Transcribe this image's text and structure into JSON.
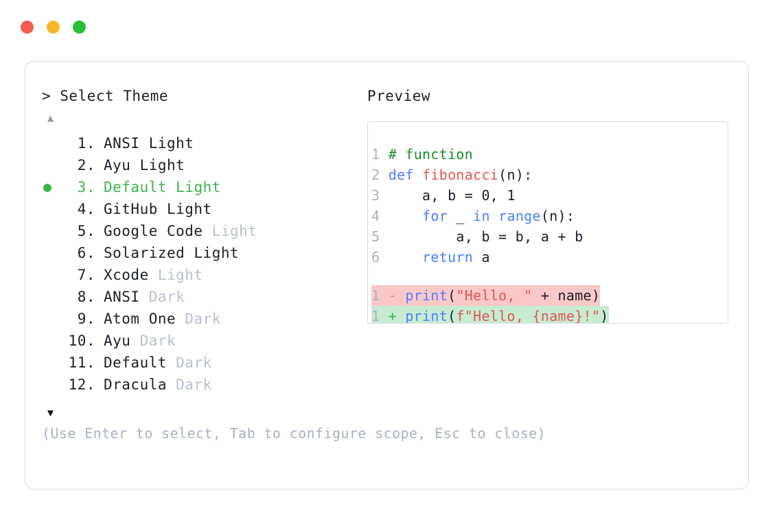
{
  "window": {
    "dots": [
      {
        "name": "close",
        "color": "#f45b53"
      },
      {
        "name": "minimize",
        "color": "#f5b928"
      },
      {
        "name": "maximize",
        "color": "#27bf35"
      }
    ]
  },
  "prompt": {
    "marker": ">",
    "title": "Select Theme",
    "text": "> Select Theme"
  },
  "scroll": {
    "up": "▲",
    "down": "▼",
    "up_color": "#8f99ae",
    "down_color": "#14161f"
  },
  "selection": {
    "selected_index": 3,
    "bullet_color": "#3cb44b",
    "selected_color": "#3cb44b"
  },
  "theme_list": [
    {
      "num": " 1.",
      "base": "ANSI",
      "variant": " Light",
      "variant_muted": false,
      "selected": false
    },
    {
      "num": " 2.",
      "base": "Ayu",
      "variant": " Light",
      "variant_muted": false,
      "selected": false
    },
    {
      "num": " 3.",
      "base": "Default",
      "variant": " Light",
      "variant_muted": false,
      "selected": true
    },
    {
      "num": " 4.",
      "base": "GitHub",
      "variant": " Light",
      "variant_muted": false,
      "selected": false
    },
    {
      "num": " 5.",
      "base": "Google Code",
      "variant": " Light",
      "variant_muted": true,
      "selected": false
    },
    {
      "num": " 6.",
      "base": "Solarized",
      "variant": " Light",
      "variant_muted": false,
      "selected": false
    },
    {
      "num": " 7.",
      "base": "Xcode",
      "variant": " Light",
      "variant_muted": true,
      "selected": false
    },
    {
      "num": " 8.",
      "base": "ANSI",
      "variant": " Dark",
      "variant_muted": true,
      "selected": false
    },
    {
      "num": " 9.",
      "base": "Atom One",
      "variant": " Dark",
      "variant_muted": true,
      "selected": false
    },
    {
      "num": "10.",
      "base": "Ayu",
      "variant": " Dark",
      "variant_muted": true,
      "selected": false
    },
    {
      "num": "11.",
      "base": "Default",
      "variant": " Dark",
      "variant_muted": true,
      "selected": false
    },
    {
      "num": "12.",
      "base": "Dracula",
      "variant": " Dark",
      "variant_muted": true,
      "selected": false
    }
  ],
  "footer": {
    "hint": "(Use Enter to select, Tab to configure scope, Esc to close)"
  },
  "preview": {
    "label": "Preview",
    "code_lines": [
      {
        "ln": "1",
        "tokens": [
          {
            "t": "# function",
            "c": "comment"
          }
        ]
      },
      {
        "ln": "2",
        "tokens": [
          {
            "t": "def ",
            "c": "kw"
          },
          {
            "t": "fibonacci",
            "c": "fn"
          },
          {
            "t": "(n):",
            "c": "plain"
          }
        ]
      },
      {
        "ln": "3",
        "tokens": [
          {
            "t": "    a, b = ",
            "c": "plain"
          },
          {
            "t": "0",
            "c": "num"
          },
          {
            "t": ", ",
            "c": "plain"
          },
          {
            "t": "1",
            "c": "num"
          }
        ]
      },
      {
        "ln": "4",
        "tokens": [
          {
            "t": "    ",
            "c": "plain"
          },
          {
            "t": "for",
            "c": "kw"
          },
          {
            "t": " _ ",
            "c": "plain"
          },
          {
            "t": "in",
            "c": "kw"
          },
          {
            "t": " ",
            "c": "plain"
          },
          {
            "t": "range",
            "c": "kw"
          },
          {
            "t": "(n):",
            "c": "plain"
          }
        ]
      },
      {
        "ln": "5",
        "tokens": [
          {
            "t": "        a, b = b, a + b",
            "c": "plain"
          }
        ]
      },
      {
        "ln": "6",
        "tokens": [
          {
            "t": "    ",
            "c": "plain"
          },
          {
            "t": "return",
            "c": "kw"
          },
          {
            "t": " a",
            "c": "plain"
          }
        ]
      }
    ],
    "diff_lines": [
      {
        "ln": "1",
        "sign": "-",
        "kind": "del",
        "tokens": [
          {
            "t": "print",
            "c": "kw"
          },
          {
            "t": "(",
            "c": "plain"
          },
          {
            "t": "\"Hello, \"",
            "c": "str"
          },
          {
            "t": " + name)",
            "c": "plain"
          }
        ]
      },
      {
        "ln": "1",
        "sign": "+",
        "kind": "add",
        "tokens": [
          {
            "t": "print",
            "c": "kw"
          },
          {
            "t": "(",
            "c": "plain"
          },
          {
            "t": "f\"Hello, {name}!\"",
            "c": "str"
          },
          {
            "t": ")",
            "c": "plain"
          }
        ]
      }
    ]
  },
  "colors": {
    "border": "#d7dae2",
    "text": "#1b1f2a",
    "muted": "#b9c0cf",
    "hint": "#aab1c6",
    "line_number": "#a9b0c0",
    "keyword": "#4a7eff",
    "function": "#e0574f",
    "string": "#e0574f",
    "comment": "#1a8a2e",
    "diff_del_bg": "#fbc8c8",
    "diff_add_bg": "#c7ecd2"
  }
}
